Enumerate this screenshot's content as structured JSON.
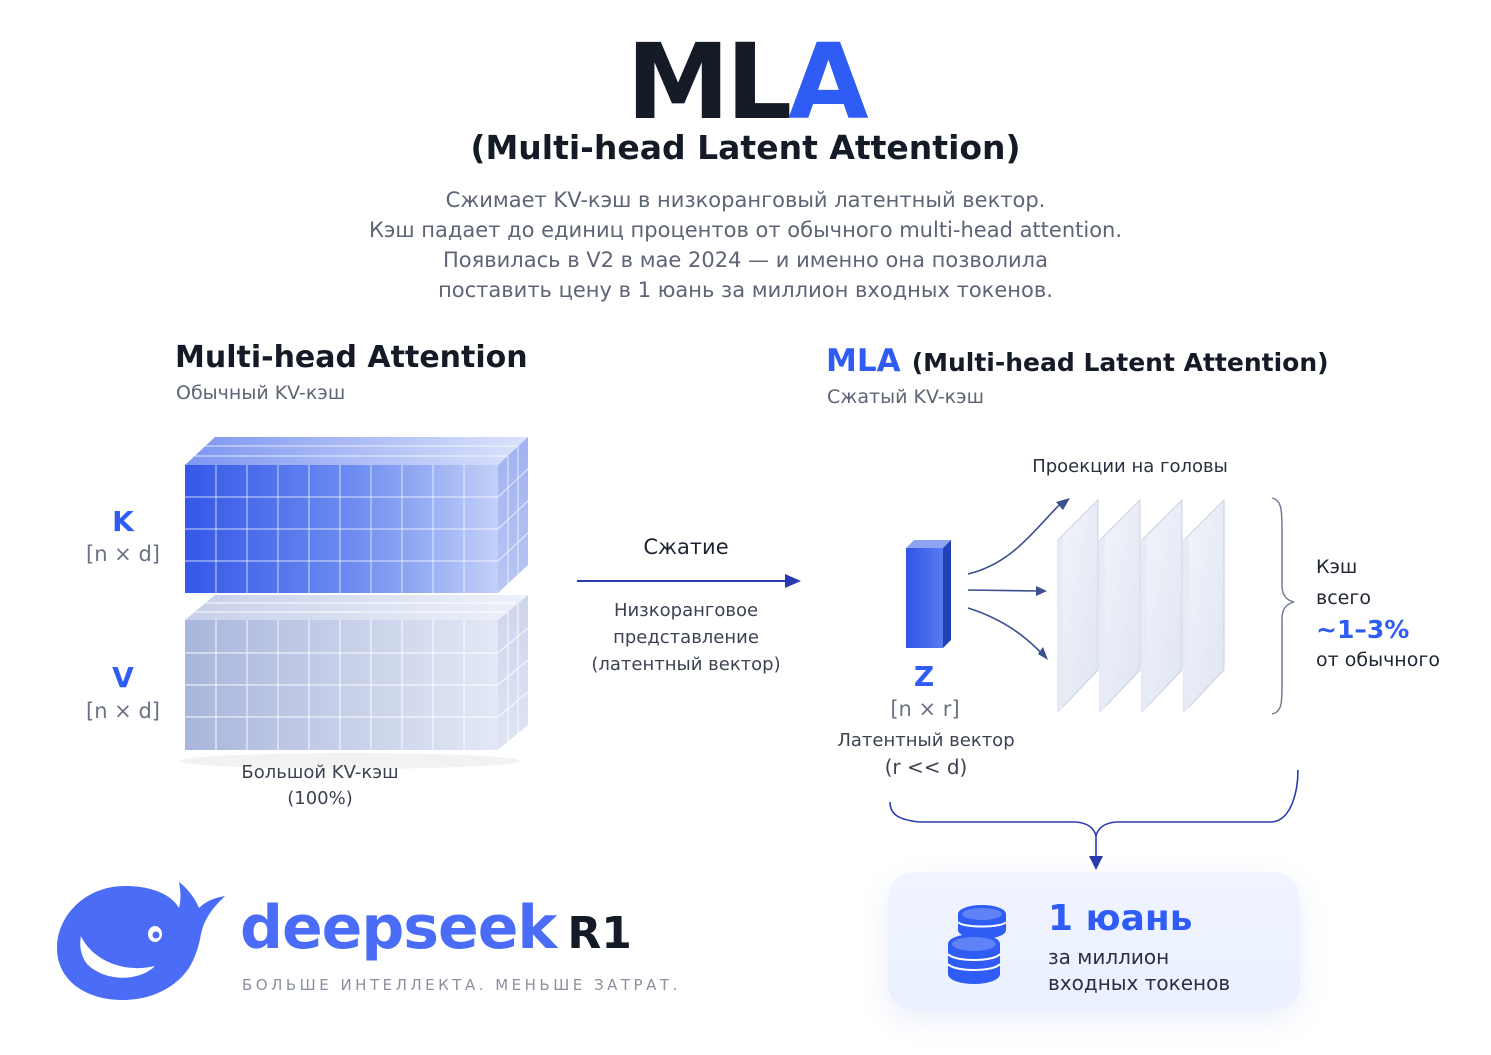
{
  "header": {
    "title_part1": "ML",
    "title_part2": "A",
    "subtitle": "(Multi-head Latent Attention)",
    "description": [
      "Сжимает KV-кэш в низкоранговый латентный вектор.",
      "Кэш падает до единиц процентов от обычного multi-head attention.",
      "Появилась в V2 в мае 2024 — и именно она позволила",
      "поставить цену в 1 юань за миллион входных токенов."
    ]
  },
  "left_panel": {
    "title": "Multi-head Attention",
    "subtitle": "Обычный KV-кэш",
    "k_label": "K",
    "k_dim": "[n × d]",
    "v_label": "V",
    "v_dim": "[n × d]",
    "cache_label": "Большой KV-кэш",
    "cache_pct": "(100%)"
  },
  "middle": {
    "arrow_label": "Сжатие",
    "note": [
      "Низкоранговое",
      "представление",
      "(латентный вектор)"
    ]
  },
  "right_panel": {
    "title_accent": "MLA",
    "title_rest": "(Multi-head Latent Attention)",
    "subtitle": "Сжатый KV-кэш",
    "projections_label": "Проекции на головы",
    "z_label": "Z",
    "z_dim": "[n × r]",
    "z_caption": "Латентный вектор",
    "z_note": "(r << d)",
    "cache_line1": "Кэш",
    "cache_line2": "всего",
    "cache_pct": "~1–3%",
    "cache_line3": "от обычного"
  },
  "price": {
    "big": "1 юань",
    "line1": "за миллион",
    "line2": "входных токенов"
  },
  "brand": {
    "name": "deepseek",
    "model": "R1",
    "tagline": "БОЛЬШЕ ИНТЕЛЛЕКТА. МЕНЬШЕ ЗАТРАТ."
  },
  "colors": {
    "accent": "#2f5cf5",
    "dark": "#141a26",
    "muted": "#5d6475"
  }
}
